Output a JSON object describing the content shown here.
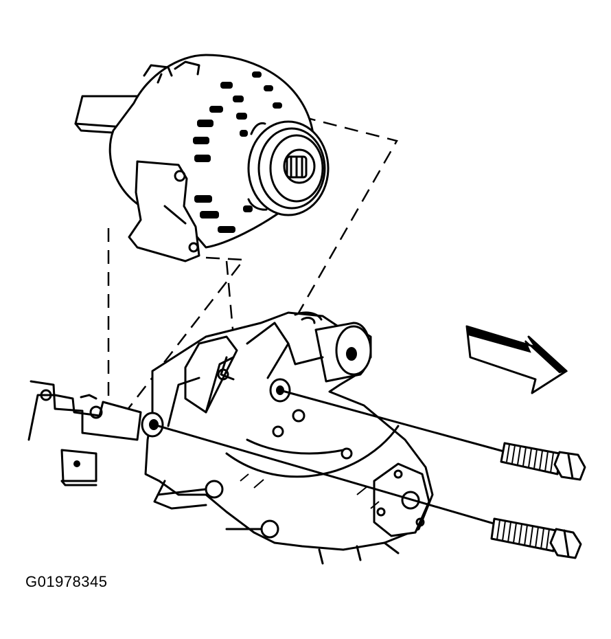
{
  "figure": {
    "code": "G01978345",
    "colors": {
      "ink": "#000000",
      "paper": "#ffffff"
    },
    "parts": {
      "generator": "generator",
      "generator_pulley": "generator-pulley",
      "mounting_bracket": "generator-mounting-bracket",
      "upper_bolt": "mounting-bolt",
      "lower_bolt": "mounting-bolt",
      "front_arrow": "arrow-icon",
      "spacer": "spacer"
    }
  }
}
